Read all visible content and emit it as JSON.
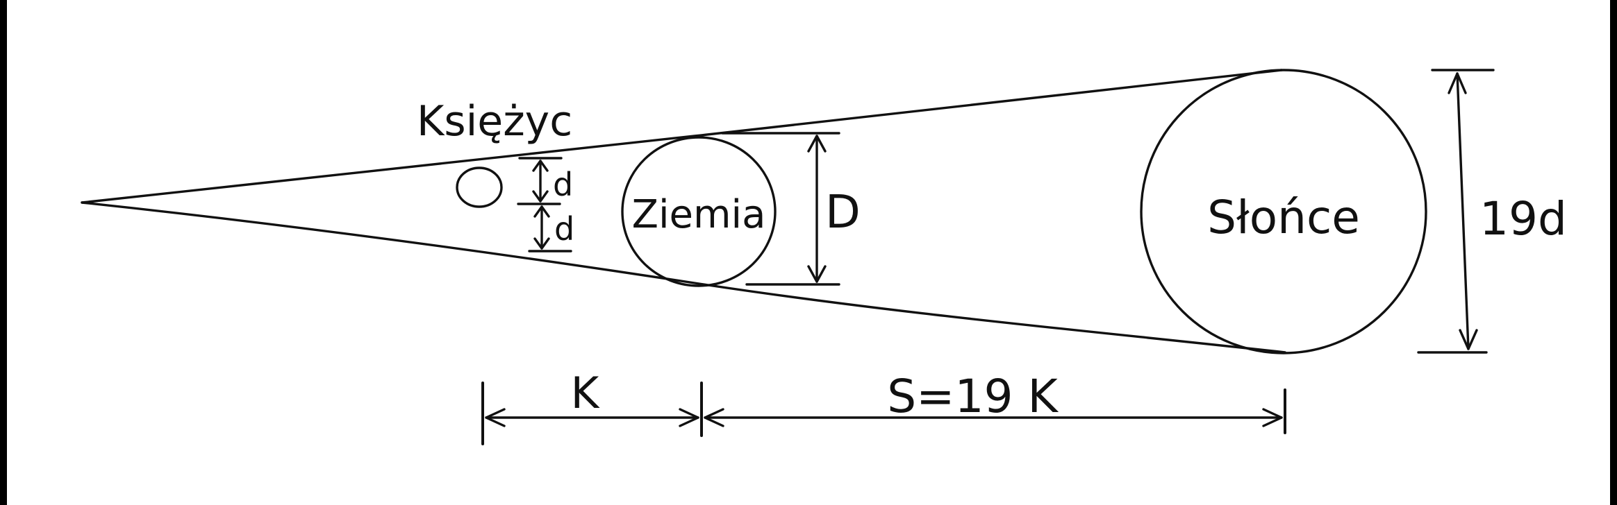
{
  "labels": {
    "moon": "Księżyc",
    "earth": "Ziemia",
    "sun": "Słońce",
    "earth_diameter": "D",
    "sun_diameter": "19d",
    "moon_dist_upper": "d",
    "moon_dist_lower": "d",
    "dist_moon_earth": "K",
    "dist_earth_sun": "S=19 K"
  },
  "colors": {
    "ink": "#111111",
    "background": "#ffffff",
    "frame": "#000000"
  }
}
